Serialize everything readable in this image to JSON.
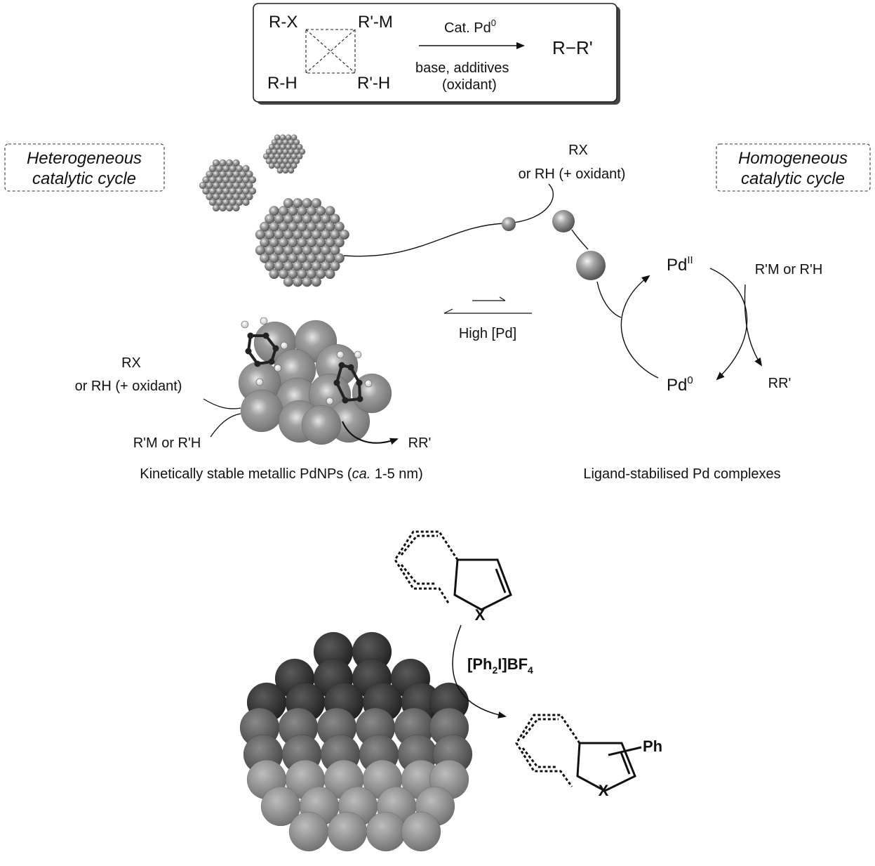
{
  "scheme": {
    "rx": "R-X",
    "rpm": "R'-M",
    "rh": "R-H",
    "rph": "R'-H",
    "catalyst": "Cat. Pd",
    "catalyst_sup": "0",
    "conditions_1": "base, additives",
    "conditions_2": "(oxidant)",
    "product": "R−R'"
  },
  "cycles": {
    "heterogeneous": [
      "Heterogeneous",
      "catalytic cycle"
    ],
    "homogeneous": [
      "Homogeneous",
      "catalytic cycle"
    ]
  },
  "leaching": {
    "reagent_1": "RX",
    "reagent_2": "or RH (+ oxidant)",
    "equilibrium": "High [Pd]"
  },
  "homogeneous_cycle": {
    "pd2": "Pd",
    "pd2_sup": "II",
    "pd0": "Pd",
    "pd0_sup": "0",
    "partner": "R'M or R'H",
    "product": "RR'"
  },
  "surface": {
    "reagent_1": "RX",
    "reagent_2": "or RH (+ oxidant)",
    "partner": "R'M or R'H",
    "product": "RR'"
  },
  "captions": {
    "left_pre": "Kinetically stable metallic PdNPs (",
    "left_ital": "ca.",
    "left_post": " 1-5 nm)",
    "right": "Ligand-stabilised Pd complexes"
  },
  "arylation": {
    "heteroatom": "X",
    "reagent_pre": "[Ph",
    "reagent_sub1": "2",
    "reagent_mid": "I]BF",
    "reagent_sub2": "4",
    "product_heteroatom": "X",
    "product_substituent": "Ph"
  }
}
